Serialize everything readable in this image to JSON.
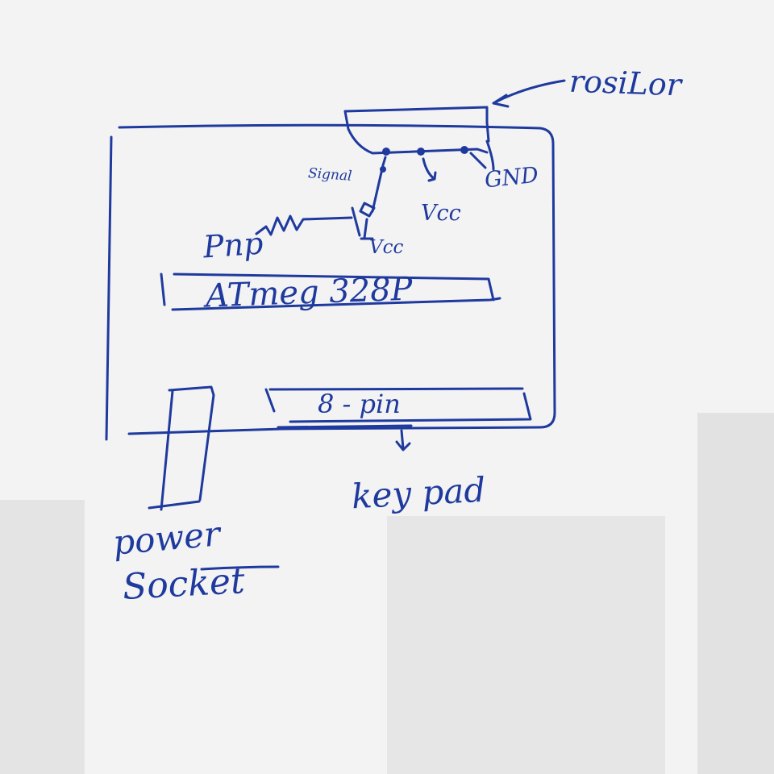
{
  "colors": {
    "ink": "#1f3a9e",
    "paper": "#f3f3f3",
    "shadow": "#e2e2e2"
  },
  "labels": {
    "resistor": "rosiLor",
    "signal": "Signal",
    "gnd": "GND",
    "vcc_top": "Vcc",
    "pnp": "Pnp",
    "vcc_bottom": "Vcc",
    "chip": "ATmeg 328P",
    "header": "8 - pin",
    "keypad": "key pad",
    "power": "power",
    "socket": "Socket"
  }
}
